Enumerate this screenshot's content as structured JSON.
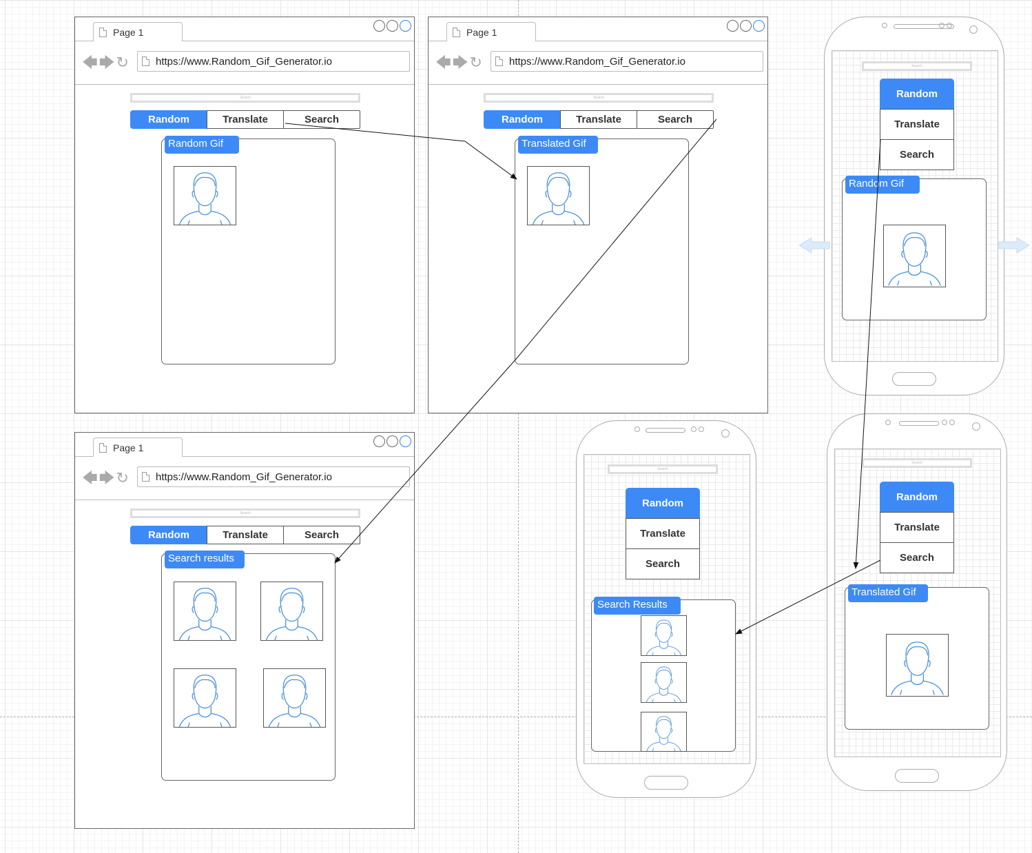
{
  "tab_label": "Page 1",
  "url": "https://www.Random_Gif_Generator.io",
  "search_placeholder": "Search",
  "nav": {
    "random": "Random",
    "translate": "Translate",
    "search": "Search"
  },
  "panels": {
    "random_gif": "Random Gif",
    "translated_gif": "Translated Gif",
    "search_results_lower": "Search results",
    "search_results_title": "Search Results"
  },
  "icons": {
    "nav": "back-forward-reload-icons",
    "avatar": "person-avatar-icon",
    "window_controls": "window-circle-buttons"
  },
  "colors": {
    "accent": "#3d8af7",
    "avatar_stroke": "#4a90d9",
    "border": "#666666"
  }
}
